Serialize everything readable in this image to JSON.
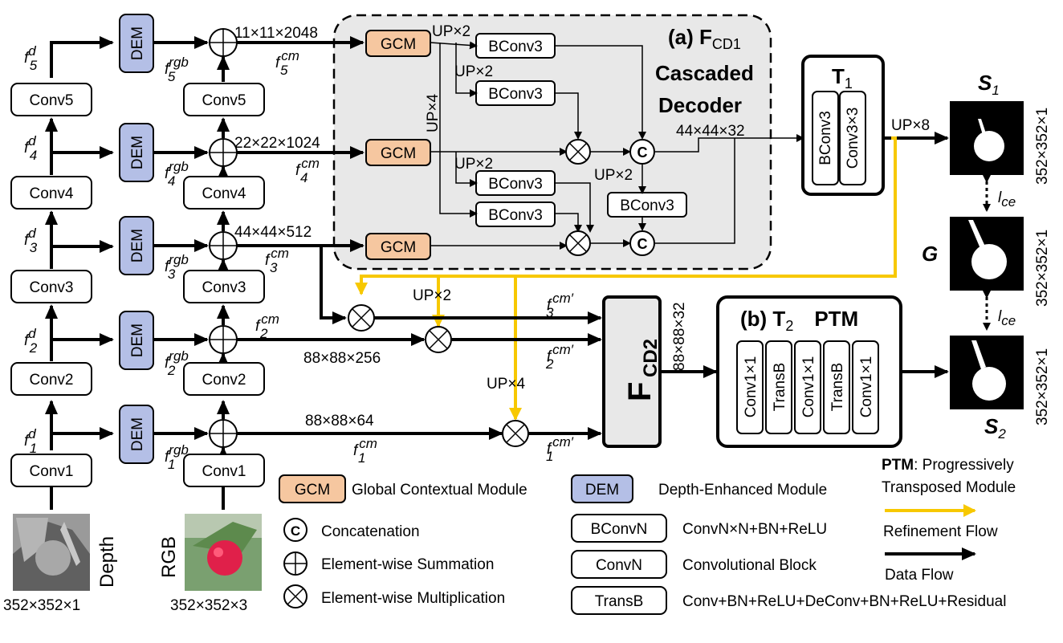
{
  "conv_labels": {
    "c1": "Conv1",
    "c2": "Conv2",
    "c3": "Conv3",
    "c4": "Conv4",
    "c5": "Conv5"
  },
  "dem_label": "DEM",
  "gcm_label": "GCM",
  "bconv3_label": "BConv3",
  "features": {
    "fd": "f",
    "sup_d": "d",
    "frgb_sup": "rgb",
    "fcm_sup": "cm",
    "fcmp_sup": "cm′",
    "idx": [
      "1",
      "2",
      "3",
      "4",
      "5"
    ]
  },
  "dims": {
    "d5": "11×11×2048",
    "d4": "22×22×1024",
    "d3": "44×44×512",
    "d2": "88×88×256",
    "d1": "88×88×64",
    "cd1_out": "44×44×32",
    "cd2_out": "88×88×32",
    "s_dim": "352×352×1",
    "depth_dim": "352×352×1",
    "rgb_dim": "352×352×3"
  },
  "ups": {
    "x2": "UP×2",
    "x4": "UP×4",
    "x8": "UP×8"
  },
  "concat_symbol": "C",
  "cd1": {
    "title_a": "(a) F",
    "title_sub": "CD1",
    "line2": "Cascaded",
    "line3": "Decoder"
  },
  "t1": {
    "name": "T",
    "sub": "1",
    "inner1": "BConv3",
    "inner2": "Conv3×3"
  },
  "t2": {
    "title": "(b) T",
    "sub": "2",
    "ptm": "PTM",
    "blocks": [
      "Conv1×1",
      "TransB",
      "Conv1×1",
      "TransB",
      "Conv1×1"
    ]
  },
  "fcd2": {
    "main": "F",
    "sub": "CD2"
  },
  "outputs": {
    "s": "S",
    "s1_sub": "1",
    "s2_sub": "2",
    "g": "G",
    "lce": "l",
    "lce_sub": "ce"
  },
  "inputs": {
    "depth": "Depth",
    "rgb": "RGB"
  },
  "legend": {
    "gcm_desc": "Global Contextual Module",
    "dem_desc": "Depth-Enhanced Module",
    "concat_desc": "Concatenation",
    "sum_desc": "Element-wise Summation",
    "mul_desc": "Element-wise Multiplication",
    "bconvn": "BConvN",
    "bconvn_desc": "ConvN×N+BN+ReLU",
    "convn": "ConvN",
    "convn_desc": "Convolutional Block",
    "transb": "TransB",
    "transb_desc": "Conv+BN+ReLU+DeConv+BN+ReLU+Residual",
    "ptm_bold": "PTM",
    "ptm_desc1": ": Progressively",
    "ptm_desc2": "Transposed Module",
    "refine": "Refinement Flow",
    "dataflow": "Data Flow"
  },
  "colors": {
    "dem": "#b4bfe6",
    "gcm": "#f6c7a0",
    "refine": "#f7c800",
    "panel": "#e8e8e8"
  }
}
